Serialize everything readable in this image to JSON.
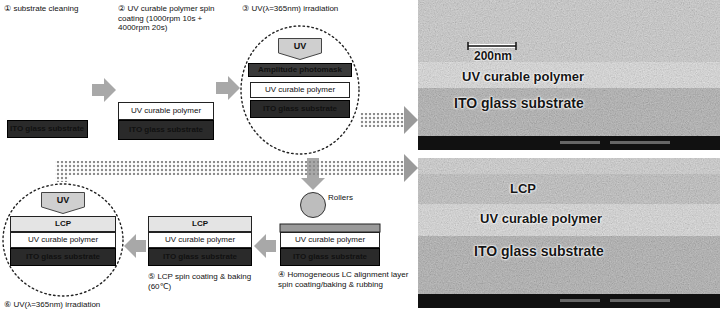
{
  "diagram": {
    "nodes": [
      {
        "text": [
          "① substrate cleaning"
        ]
      },
      {
        "text": [
          "ITO glass substrate"
        ],
        "in": 0
      },
      {
        "text": [
          "② UV curable polymer spin coating (1000rpm 10s + 4000rpm 20s)"
        ]
      },
      {
        "text": [
          "UV curable polymer"
        ],
        "in": 2
      },
      {
        "text": [
          "ITO glass substrate"
        ],
        "in": 2
      },
      {
        "text": [
          "③ UV(λ=365nm) irradiation"
        ]
      },
      {
        "text": [
          "UV"
        ],
        "in": 5
      },
      {
        "text": [
          "Amplitude photomask"
        ],
        "in": 5
      },
      {
        "text": [
          "UV curable polymer"
        ],
        "in": 5
      },
      {
        "text": [
          "ITO glass substrate"
        ],
        "in": 5
      },
      {
        "text": [
          "200nm",
          "UV curable polymer",
          "ITO glass substrate"
        ]
      },
      {
        "text": [
          "LCP",
          "UV curable polymer",
          "ITO glass substrate"
        ]
      },
      {
        "text": [
          "④ Homogeneous LC alignment layer spin coating/baking & rubbing"
        ]
      },
      {
        "text": [
          "Rollers"
        ],
        "in": 12
      },
      {
        "text": [
          "UV curable polymer"
        ],
        "in": 12
      },
      {
        "text": [
          "ITO glass substrate"
        ],
        "in": 12
      },
      {
        "text": [
          "⑤ LCP spin coating & baking (60℃)"
        ]
      },
      {
        "text": [
          "LCP"
        ],
        "in": 16
      },
      {
        "text": [
          "UV curable polymer"
        ],
        "in": 16
      },
      {
        "text": [
          "ITO glass substrate"
        ],
        "in": 16
      },
      {
        "text": [
          "⑥ UV(λ=365nm) irradiation"
        ]
      },
      {
        "text": [
          "UV"
        ],
        "in": 20
      },
      {
        "text": [
          "LCP"
        ],
        "in": 20
      },
      {
        "text": [
          "UV curable polymer"
        ],
        "in": 20
      },
      {
        "text": [
          "ITO glass substrate"
        ],
        "in": 20
      }
    ],
    "edges": [
      {
        "from": 0,
        "to": 2,
        "arrow": "to"
      },
      {
        "from": 2,
        "to": 5,
        "arrow": "to"
      },
      {
        "from": 5,
        "to": 10,
        "arrow": "to"
      },
      {
        "from": 5,
        "to": 12,
        "arrow": "to"
      },
      {
        "from": 12,
        "to": 16,
        "arrow": "to"
      },
      {
        "from": 16,
        "to": 20,
        "arrow": "to"
      },
      {
        "from": 20,
        "to": 11,
        "arrow": "to"
      }
    ]
  }
}
